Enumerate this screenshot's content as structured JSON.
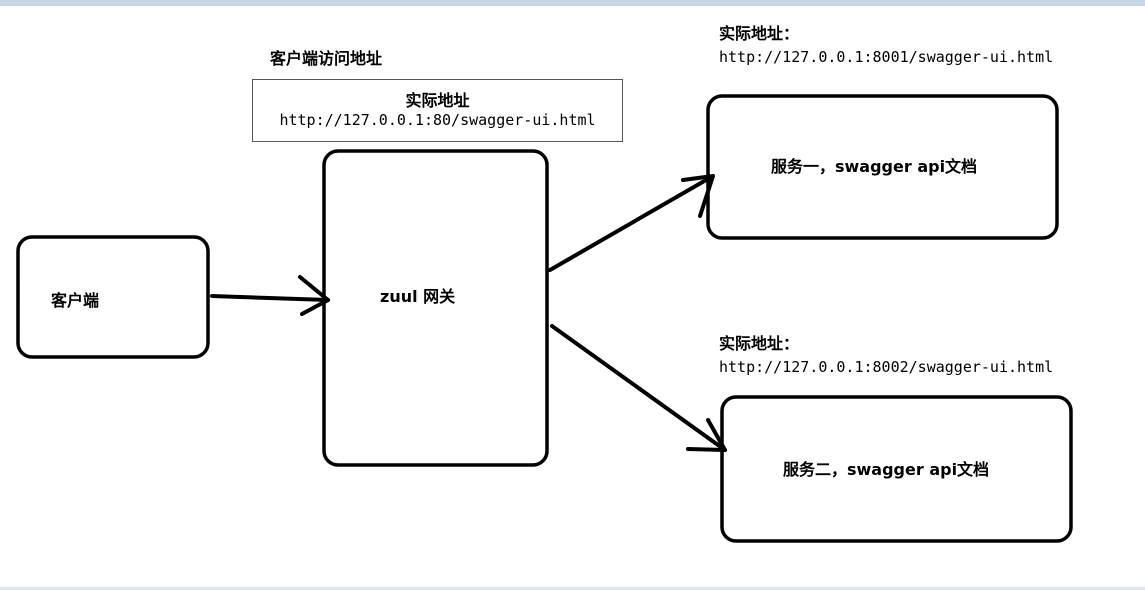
{
  "client": {
    "label": "客户端"
  },
  "gateway": {
    "label": "zuul 网关",
    "access_caption": "客户端访问地址",
    "actual_title": "实际地址",
    "actual_url": "http://127.0.0.1:80/swagger-ui.html"
  },
  "service1": {
    "label": "服务一，swagger api文档",
    "address_caption": "实际地址：",
    "address_url": "http://127.0.0.1:8001/swagger-ui.html"
  },
  "service2": {
    "label": "服务二，swagger api文档",
    "address_caption": "实际地址：",
    "address_url": "http://127.0.0.1:8002/swagger-ui.html"
  }
}
